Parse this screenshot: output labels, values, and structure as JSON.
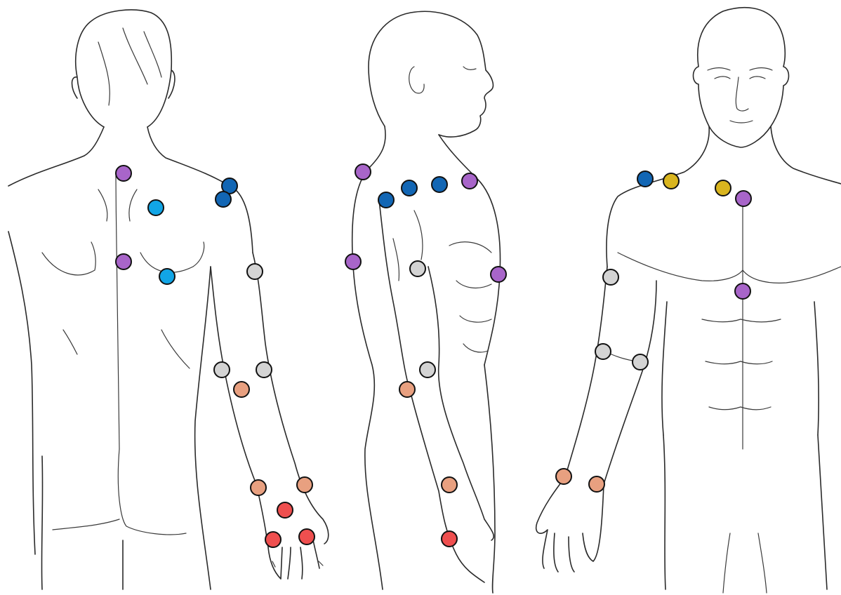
{
  "colors": {
    "purple": "#a865c9",
    "dark-blue": "#1266b4",
    "light-blue": "#11a5e6",
    "yellow": "#d9b51f",
    "gray": "#d4d4d4",
    "salmon": "#e8a080",
    "red": "#ef4f4f",
    "outline": "#2a2a2a"
  },
  "figures": [
    {
      "name": "back-view-figure",
      "view": "posterior"
    },
    {
      "name": "side-view-figure",
      "view": "lateral"
    },
    {
      "name": "front-view-figure",
      "view": "anterior"
    }
  ]
}
